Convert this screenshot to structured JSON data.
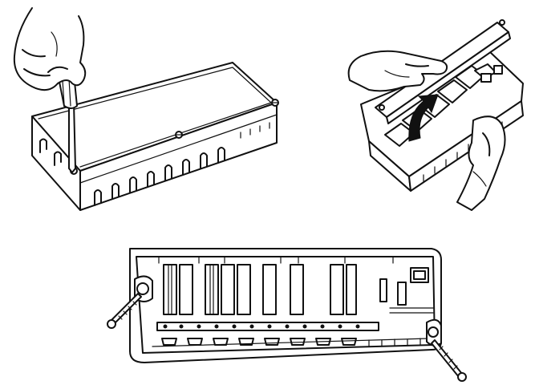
{
  "figure": {
    "steps": [
      {
        "id": "remove-cover-screws",
        "icons": [
          "hand-icon",
          "screwdriver-icon",
          "screw-icon"
        ]
      },
      {
        "id": "lift-off-cover",
        "icons": [
          "hand-icon",
          "rotate-arrow-icon"
        ]
      },
      {
        "id": "wall-mount-base",
        "icons": [
          "wall-screw-icon",
          "wall-plug-icon"
        ]
      }
    ],
    "line_color": "#111111",
    "background": "#ffffff",
    "connector_count": 8,
    "terminal_count": 12
  }
}
